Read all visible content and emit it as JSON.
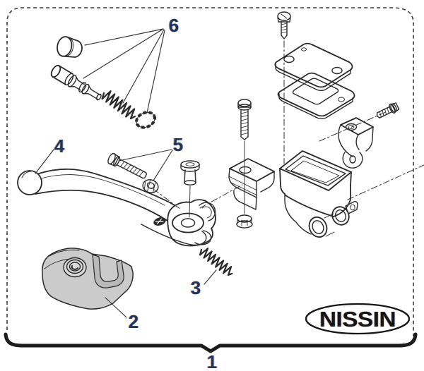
{
  "theme": {
    "line": "#2a2a2a",
    "label-color": "#1e3560",
    "bracket-color": "#1c1c1c",
    "part-fill": "#cbcbcb",
    "bg": "#ffffff"
  },
  "diagram": {
    "brand": "NISSIN",
    "callouts": {
      "c1": "1",
      "c2": "2",
      "c3": "3",
      "c4": "4",
      "c5": "5",
      "c6": "6"
    }
  }
}
